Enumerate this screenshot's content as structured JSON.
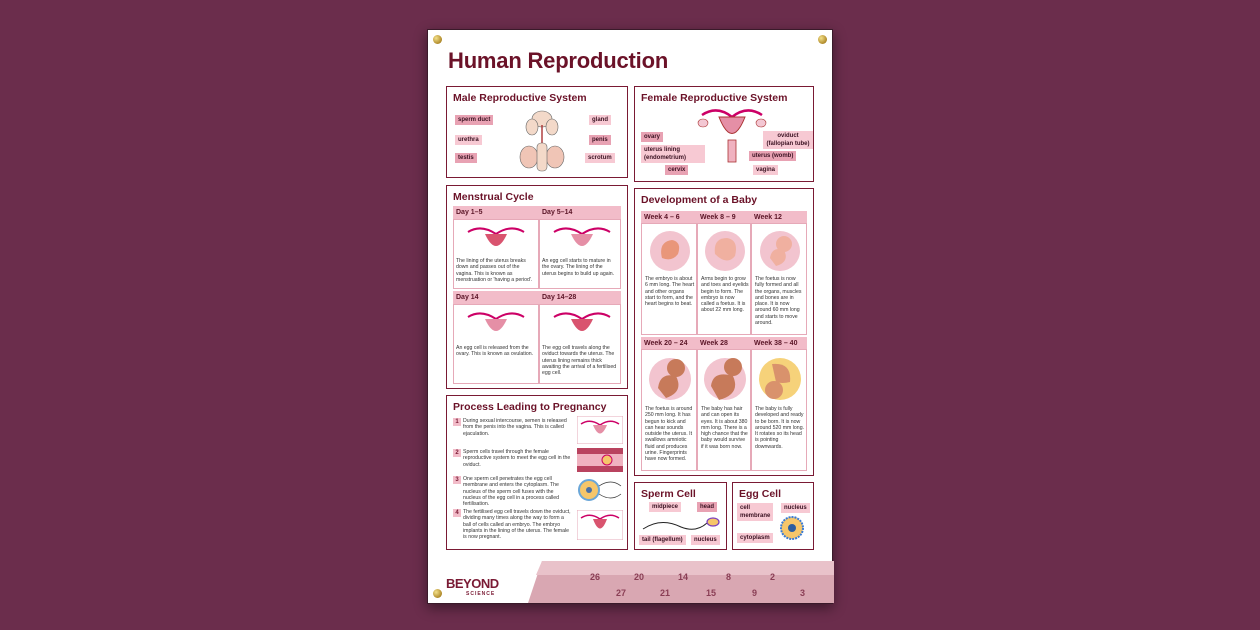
{
  "poster": {
    "title": "Human Reproduction",
    "male": {
      "title": "Male Reproductive System",
      "labels": [
        "sperm duct",
        "urethra",
        "testis",
        "gland",
        "penis",
        "scrotum"
      ]
    },
    "female": {
      "title": "Female Reproductive System",
      "labels": [
        "ovary",
        "uterus lining (endometrium)",
        "cervix",
        "oviduct (fallopian tube)",
        "uterus (womb)",
        "vagina"
      ]
    },
    "menstrual": {
      "title": "Menstrual Cycle",
      "cells": [
        {
          "head": "Day 1–5",
          "text": "The lining of the uterus breaks down and passes out of the vagina. This is known as menstruation or 'having a period'."
        },
        {
          "head": "Day 5–14",
          "text": "An egg cell starts to mature in the ovary. The lining of the uterus begins to build up again."
        },
        {
          "head": "Day 14",
          "text": "An egg cell is released from the ovary. This is known as ovulation."
        },
        {
          "head": "Day 14–28",
          "text": "The egg cell travels along the oviduct towards the uterus. The uterus lining remains thick awaiting the arrival of a fertilised egg cell."
        }
      ]
    },
    "process": {
      "title": "Process Leading to Pregnancy",
      "steps": [
        {
          "n": "1",
          "text": "During sexual intercourse, semen is released from the penis into the vagina. This is called ejaculation."
        },
        {
          "n": "2",
          "text": "Sperm cells travel through the female reproductive system to meet the egg cell in the oviduct."
        },
        {
          "n": "3",
          "text": "One sperm cell penetrates the egg cell membrane and enters the cytoplasm. The nucleus of the sperm cell fuses with the nucleus of the egg cell in a process called fertilisation."
        },
        {
          "n": "4",
          "text": "The fertilised egg cell travels down the oviduct, dividing many times along the way to form a ball of cells called an embryo. The embryo implants in the lining of the uterus. The female is now pregnant."
        }
      ]
    },
    "baby": {
      "title": "Development of a Baby",
      "cells": [
        {
          "head": "Week 4 – 6",
          "text": "The embryo is about 6 mm long. The heart and other organs start to form, and the heart begins to beat."
        },
        {
          "head": "Week 8 – 9",
          "text": "Arms begin to grow and toes and eyelids begin to form. The embryo is now called a foetus. It is about 22 mm long."
        },
        {
          "head": "Week 12",
          "text": "The foetus is now fully formed and all the organs, muscles and bones are in place. It is now around 60 mm long and starts to move around."
        },
        {
          "head": "Week 20 – 24",
          "text": "The foetus is around 250 mm long. It has begun to kick and can hear sounds outside the uterus. It swallows amniotic fluid and produces urine. Fingerprints have now formed."
        },
        {
          "head": "Week 28",
          "text": "The baby has hair and can open its eyes. It is about 380 mm long. There is a high chance that the baby would survive if it was born now."
        },
        {
          "head": "Week 38 – 40",
          "text": "The baby is fully developed and ready to be born. It is now around 520 mm long. It rotates so its head is pointing downwards."
        }
      ]
    },
    "sperm": {
      "title": "Sperm Cell",
      "labels": [
        "midpiece",
        "head",
        "tail (flagellum)",
        "nucleus"
      ]
    },
    "egg": {
      "title": "Egg Cell",
      "labels": [
        "cell membrane",
        "nucleus",
        "cytoplasm"
      ]
    },
    "logo": {
      "name": "BEYOND",
      "sub": "SCIENCE"
    },
    "ruler_ticks": [
      "26",
      "20",
      "14",
      "8",
      "2",
      "27",
      "21",
      "15",
      "9",
      "3"
    ]
  },
  "colors": {
    "background": "#6b2d4c",
    "accent": "#7a1a34",
    "label": "#f7c9d3"
  }
}
